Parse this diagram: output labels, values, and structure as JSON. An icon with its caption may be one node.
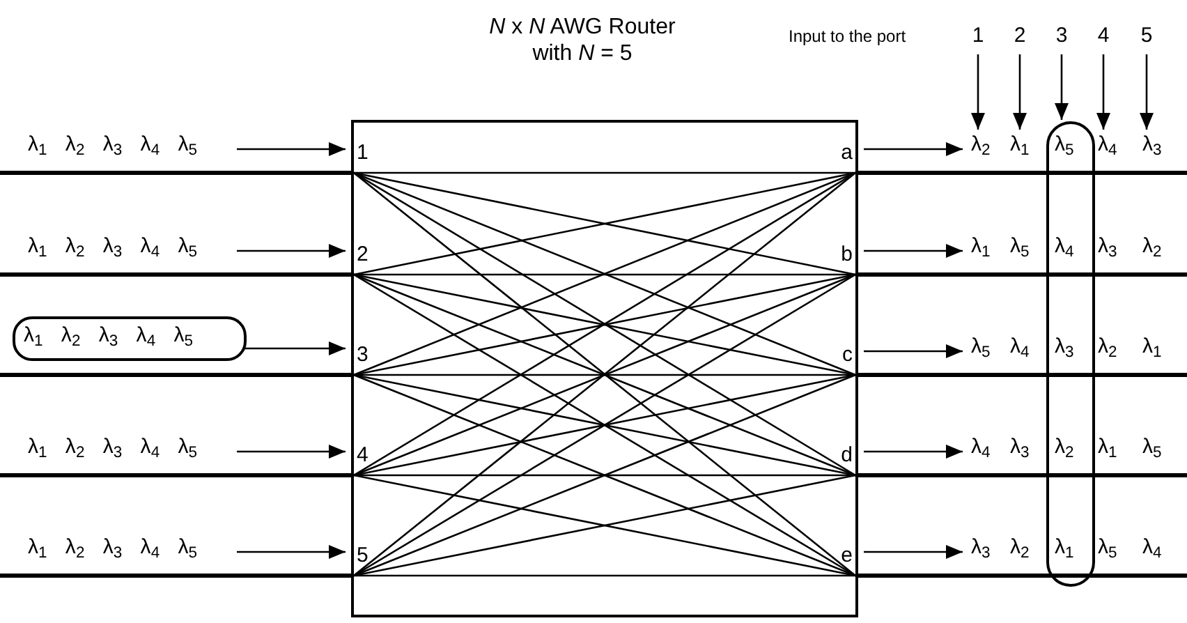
{
  "diagram": {
    "title": "*N* x *N* AWG Router with *N* = 5",
    "nodes": [
      {
        "text": [],
        "shape": "box"
      },
      {
        "text": [
          "1"
        ],
        "in": 0
      },
      {
        "text": [
          "2"
        ],
        "in": 0
      },
      {
        "text": [
          "3"
        ],
        "in": 0
      },
      {
        "text": [
          "4"
        ],
        "in": 0
      },
      {
        "text": [
          "5"
        ],
        "in": 0
      },
      {
        "text": [
          "a"
        ],
        "in": 0
      },
      {
        "text": [
          "b"
        ],
        "in": 0
      },
      {
        "text": [
          "c"
        ],
        "in": 0
      },
      {
        "text": [
          "d"
        ],
        "in": 0
      },
      {
        "text": [
          "e"
        ],
        "in": 0
      },
      {
        "text": [
          "λ$_{1}$ λ$_{2}$ λ$_{3}$ λ$_{4}$ λ$_{5}$"
        ]
      },
      {
        "text": [
          "λ$_{1}$ λ$_{2}$ λ$_{3}$ λ$_{4}$ λ$_{5}$"
        ]
      },
      {
        "text": [],
        "shape": "box"
      },
      {
        "text": [
          "λ$_{1}$ λ$_{2}$ λ$_{3}$ λ$_{4}$ λ$_{5}$"
        ],
        "in": 13
      },
      {
        "text": [
          "λ$_{1}$ λ$_{2}$ λ$_{3}$ λ$_{4}$ λ$_{5}$"
        ]
      },
      {
        "text": [
          "λ$_{1}$ λ$_{2}$ λ$_{3}$ λ$_{4}$ λ$_{5}$"
        ]
      },
      {
        "text": [
          "1"
        ]
      },
      {
        "text": [
          "2"
        ]
      },
      {
        "text": [
          "3"
        ]
      },
      {
        "text": [
          "4"
        ]
      },
      {
        "text": [
          "5"
        ]
      },
      {
        "text": [],
        "shape": "box"
      },
      {
        "text": [
          "λ$_{2}$",
          "λ$_{1}$",
          "λ$_{5}$",
          "λ$_{4}$",
          "λ$_{3}$"
        ]
      },
      {
        "text": [
          "λ$_{1}$",
          "λ$_{5}$",
          "λ$_{4}$",
          "λ$_{3}$",
          "λ$_{2}$"
        ]
      },
      {
        "text": [
          "λ$_{5}$",
          "λ$_{4}$",
          "λ$_{3}$",
          "λ$_{2}$",
          "λ$_{1}$"
        ]
      },
      {
        "text": [
          "λ$_{4}$",
          "λ$_{3}$",
          "λ$_{2}$",
          "λ$_{1}$",
          "λ$_{5}$"
        ]
      },
      {
        "text": [
          "λ$_{3}$",
          "λ$_{2}$",
          "λ$_{1}$",
          "λ$_{5}$",
          "λ$_{4}$"
        ]
      }
    ],
    "edges": [
      {
        "from": 1,
        "to": 6,
        "arrow": "none"
      },
      {
        "from": 1,
        "to": 7,
        "arrow": "none"
      },
      {
        "from": 1,
        "to": 8,
        "arrow": "none"
      },
      {
        "from": 1,
        "to": 9,
        "arrow": "none"
      },
      {
        "from": 1,
        "to": 10,
        "arrow": "none"
      },
      {
        "from": 2,
        "to": 6,
        "arrow": "none"
      },
      {
        "from": 2,
        "to": 7,
        "arrow": "none"
      },
      {
        "from": 2,
        "to": 8,
        "arrow": "none"
      },
      {
        "from": 2,
        "to": 9,
        "arrow": "none"
      },
      {
        "from": 2,
        "to": 10,
        "arrow": "none"
      },
      {
        "from": 3,
        "to": 6,
        "arrow": "none"
      },
      {
        "from": 3,
        "to": 7,
        "arrow": "none"
      },
      {
        "from": 3,
        "to": 8,
        "arrow": "none"
      },
      {
        "from": 3,
        "to": 9,
        "arrow": "none"
      },
      {
        "from": 3,
        "to": 10,
        "arrow": "none"
      },
      {
        "from": 4,
        "to": 6,
        "arrow": "none"
      },
      {
        "from": 4,
        "to": 7,
        "arrow": "none"
      },
      {
        "from": 4,
        "to": 8,
        "arrow": "none"
      },
      {
        "from": 4,
        "to": 9,
        "arrow": "none"
      },
      {
        "from": 4,
        "to": 10,
        "arrow": "none"
      },
      {
        "from": 5,
        "to": 6,
        "arrow": "none"
      },
      {
        "from": 5,
        "to": 7,
        "arrow": "none"
      },
      {
        "from": 5,
        "to": 8,
        "arrow": "none"
      },
      {
        "from": 5,
        "to": 9,
        "arrow": "none"
      },
      {
        "from": 5,
        "to": 10,
        "arrow": "none"
      },
      {
        "from": 11,
        "to": 1,
        "arrow": "to"
      },
      {
        "from": 12,
        "to": 2,
        "arrow": "to"
      },
      {
        "from": 14,
        "to": 3,
        "arrow": "to"
      },
      {
        "from": 15,
        "to": 4,
        "arrow": "to"
      },
      {
        "from": 16,
        "to": 5,
        "arrow": "to"
      },
      {
        "from": null,
        "to": 1,
        "arrow": "none",
        "style": "thick"
      },
      {
        "from": null,
        "to": 2,
        "arrow": "none",
        "style": "thick"
      },
      {
        "from": null,
        "to": 3,
        "arrow": "none",
        "style": "thick"
      },
      {
        "from": null,
        "to": 4,
        "arrow": "none",
        "style": "thick"
      },
      {
        "from": null,
        "to": 5,
        "arrow": "none",
        "style": "thick"
      },
      {
        "from": 6,
        "to": null,
        "arrow": "none",
        "style": "thick"
      },
      {
        "from": 7,
        "to": null,
        "arrow": "none",
        "style": "thick"
      },
      {
        "from": 8,
        "to": null,
        "arrow": "none",
        "style": "thick"
      },
      {
        "from": 9,
        "to": null,
        "arrow": "none",
        "style": "thick"
      },
      {
        "from": 10,
        "to": null,
        "arrow": "none",
        "style": "thick"
      },
      {
        "from": 6,
        "to": 23,
        "arrow": "to"
      },
      {
        "from": 7,
        "to": 24,
        "arrow": "to"
      },
      {
        "from": 8,
        "to": 25,
        "arrow": "to"
      },
      {
        "from": 9,
        "to": 26,
        "arrow": "to"
      },
      {
        "from": 10,
        "to": 27,
        "arrow": "to"
      },
      {
        "from": 17,
        "to": 23,
        "arrow": "to"
      },
      {
        "from": 18,
        "to": 23,
        "arrow": "to"
      },
      {
        "from": 19,
        "to": 22,
        "arrow": "to"
      },
      {
        "from": 20,
        "to": 23,
        "arrow": "to"
      },
      {
        "from": 21,
        "to": 23,
        "arrow": "to"
      }
    ],
    "labels": [
      "Input to the port"
    ]
  }
}
